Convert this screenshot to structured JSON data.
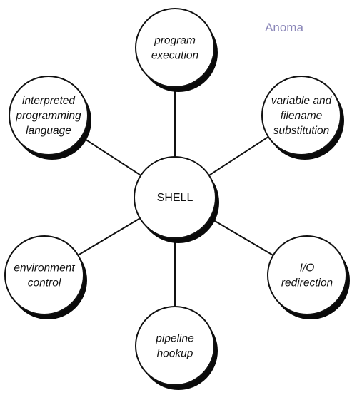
{
  "diagram": {
    "center": {
      "label": "SHELL"
    },
    "nodes": [
      {
        "id": "program-execution",
        "lines": [
          "program",
          "execution"
        ]
      },
      {
        "id": "variable-and-filename-substitution",
        "lines": [
          "variable and",
          "filename",
          "substitution"
        ]
      },
      {
        "id": "io-redirection",
        "lines": [
          "I/O",
          "redirection"
        ]
      },
      {
        "id": "pipeline-hookup",
        "lines": [
          "pipeline",
          "hookup"
        ]
      },
      {
        "id": "environment-control",
        "lines": [
          "environment",
          "control"
        ]
      },
      {
        "id": "interpreted-programming-language",
        "lines": [
          "interpreted",
          "programming",
          "language"
        ]
      }
    ]
  },
  "watermark": {
    "text": "Anoma",
    "color": "#8a86b8"
  },
  "colors": {
    "line": "#111111",
    "fill": "#ffffff",
    "shadow": "#0a0a0a"
  }
}
